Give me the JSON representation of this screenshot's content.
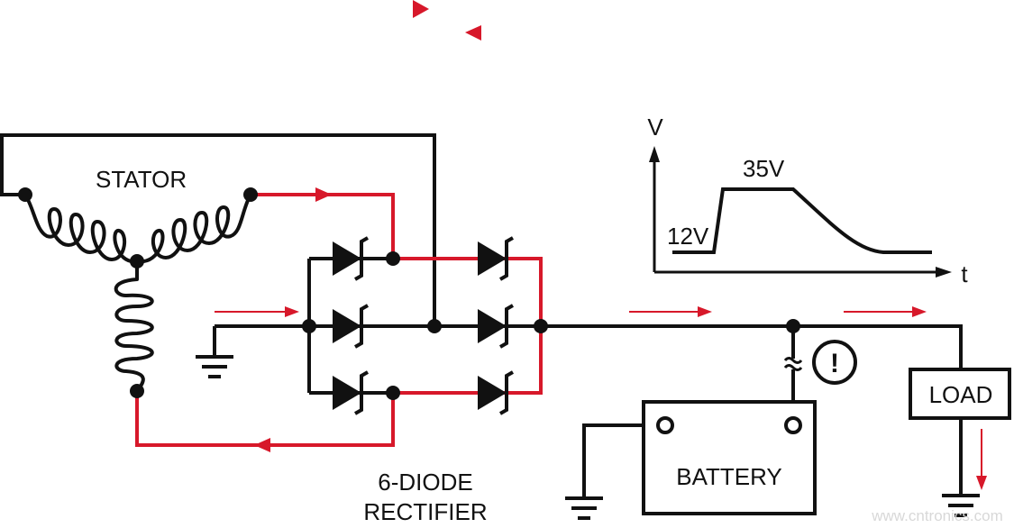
{
  "labels": {
    "stator": "STATOR",
    "rectifier_line1": "6-DIODE",
    "rectifier_line2": "RECTIFIER",
    "battery": "BATTERY",
    "load": "LOAD",
    "warning": "!",
    "graph_v": "V",
    "graph_t": "t",
    "graph_12v": "12V",
    "graph_35v": "35V"
  },
  "watermark": "www.cntronics.com",
  "colors": {
    "wire": "#111111",
    "current_path": "#d7182a",
    "watermark": "#d8d8d8"
  }
}
